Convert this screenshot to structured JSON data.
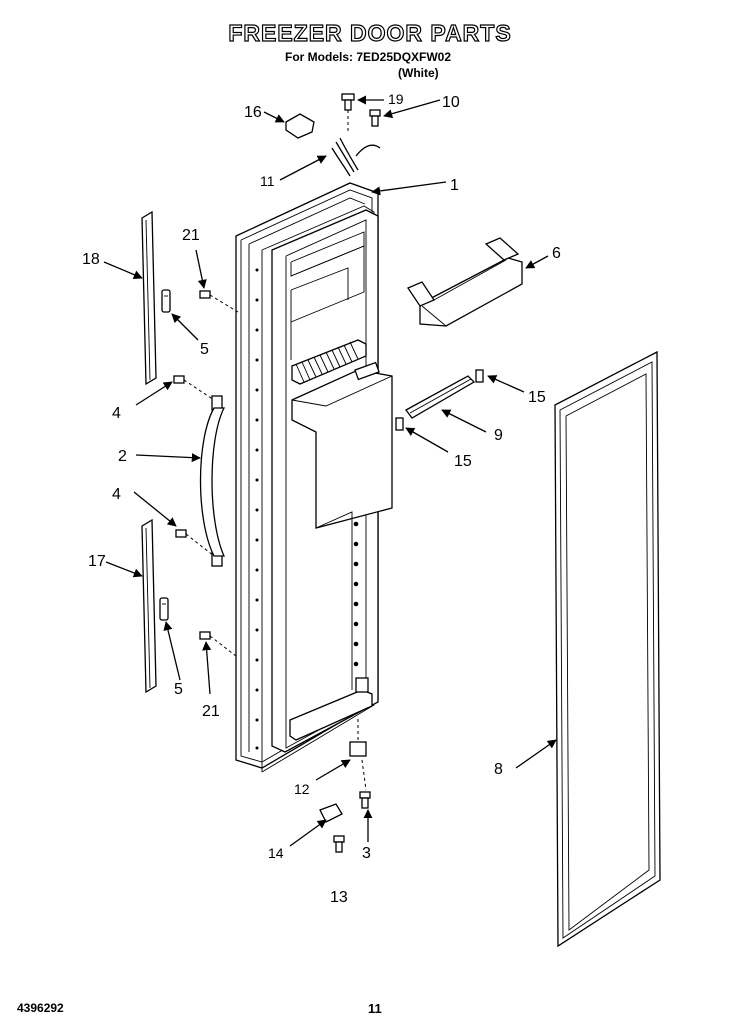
{
  "header": {
    "title": "FREEZER DOOR PARTS",
    "models_line": "For Models: 7ED25DQXFW02",
    "color_line": "(White)"
  },
  "footer": {
    "doc_number": "4396292",
    "page_number": "11"
  },
  "callouts": {
    "c1": "1",
    "c2": "2",
    "c3": "3",
    "c4a": "4",
    "c4b": "4",
    "c5a": "5",
    "c5b": "5",
    "c6": "6",
    "c8": "8",
    "c9": "9",
    "c10": "10",
    "c11": "11",
    "c12": "12",
    "c13": "13",
    "c14": "14",
    "c15a": "15",
    "c15b": "15",
    "c16": "16",
    "c17": "17",
    "c18": "18",
    "c19": "19",
    "c21a": "21",
    "c21b": "21"
  }
}
